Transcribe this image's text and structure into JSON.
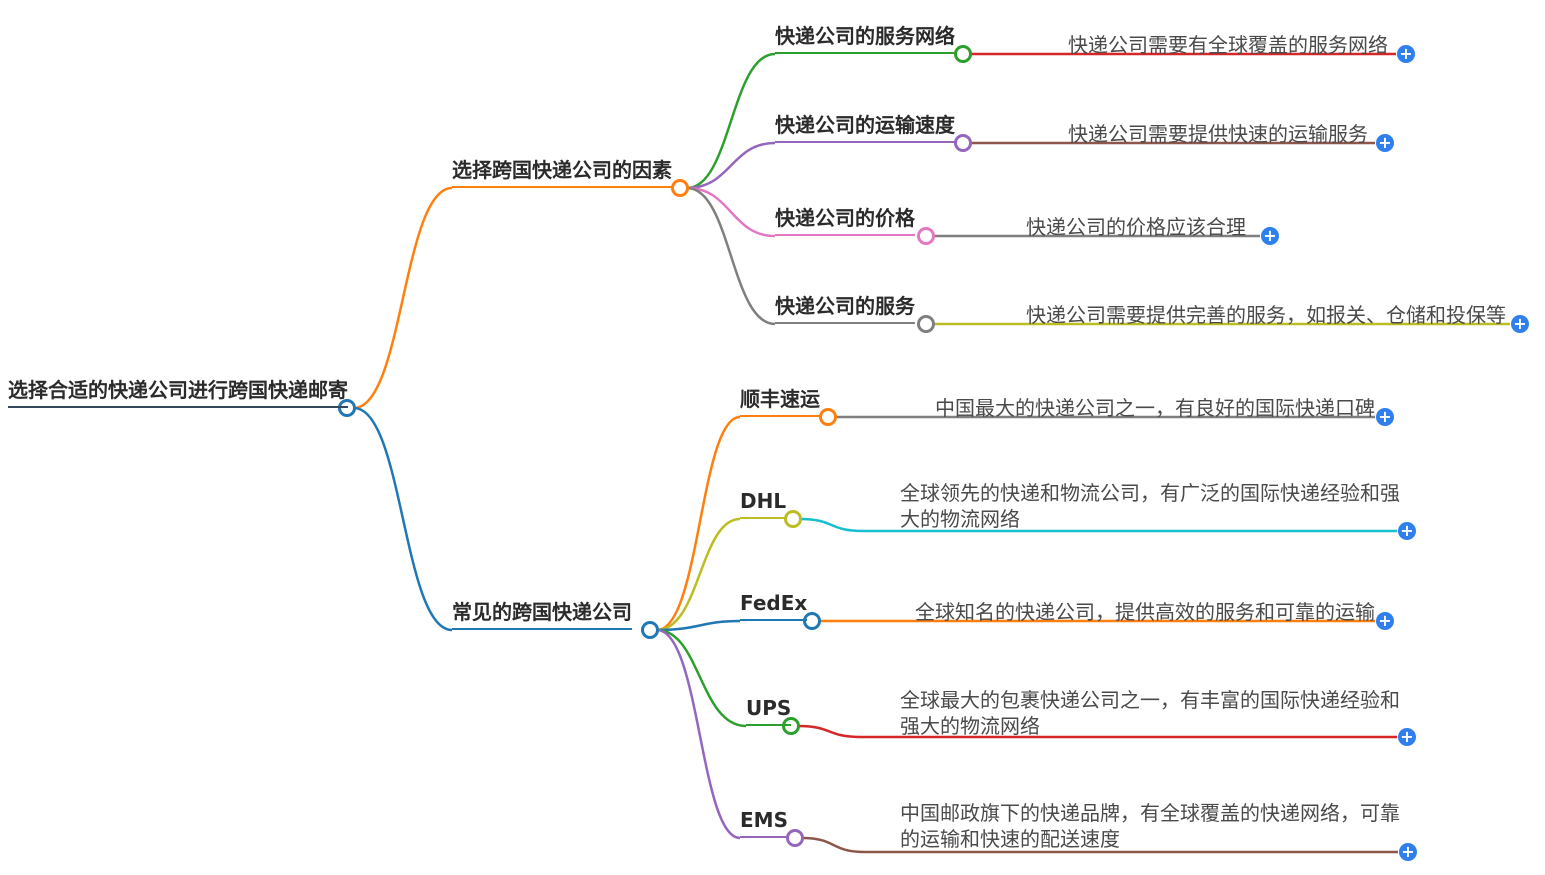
{
  "palette": {
    "blue": "#1f77b4",
    "orange": "#ff7f0e",
    "green": "#2ca02c",
    "red": "#d62728",
    "purple": "#9467bd",
    "brown": "#8c564b",
    "pink": "#e377c2",
    "gray": "#7f7f7f",
    "olive": "#bcbd22",
    "cyan": "#17becf",
    "plus_button": "#2f80ed",
    "root_underline": "#34495e"
  },
  "root": {
    "label": "选择合适的快递公司进行跨国快递邮寄"
  },
  "branches": [
    {
      "label": "选择跨国快递公司的因素",
      "color": "#ff7f0e",
      "children": [
        {
          "label": "快递公司的服务网络",
          "color": "#2ca02c",
          "detail": "快递公司需要有全球覆盖的服务网络",
          "detail_color": "#d62728"
        },
        {
          "label": "快递公司的运输速度",
          "color": "#9467bd",
          "detail": "快递公司需要提供快速的运输服务",
          "detail_color": "#8c564b"
        },
        {
          "label": "快递公司的价格",
          "color": "#e377c2",
          "detail": "快递公司的价格应该合理",
          "detail_color": "#7f7f7f"
        },
        {
          "label": "快递公司的服务",
          "color": "#7f7f7f",
          "detail": "快递公司需要提供完善的服务，如报关、仓储和投保等",
          "detail_color": "#bcbd22"
        }
      ]
    },
    {
      "label": "常见的跨国快递公司",
      "color": "#1f77b4",
      "children": [
        {
          "label": "顺丰速运",
          "color": "#ff7f0e",
          "detail": "中国最大的快递公司之一，有良好的国际快递口碑",
          "detail_color": "#7f7f7f"
        },
        {
          "label": "DHL",
          "color": "#bcbd22",
          "detail": "全球领先的快递和物流公司，有广泛的国际快递经验和强大的物流网络",
          "detail_color": "#17becf"
        },
        {
          "label": "FedEx",
          "color": "#1f77b4",
          "detail": "全球知名的快递公司，提供高效的服务和可靠的运输",
          "detail_color": "#ff7f0e"
        },
        {
          "label": "UPS",
          "color": "#2ca02c",
          "detail": "全球最大的包裹快递公司之一，有丰富的国际快递经验和强大的物流网络",
          "detail_color": "#d62728"
        },
        {
          "label": "EMS",
          "color": "#9467bd",
          "detail": "中国邮政旗下的快递品牌，有全球覆盖的快递网络，可靠的运输和快速的配送速度",
          "detail_color": "#8c564b"
        }
      ]
    }
  ],
  "icons": {
    "expand": {
      "name": "plus-icon",
      "glyph": "+"
    }
  }
}
